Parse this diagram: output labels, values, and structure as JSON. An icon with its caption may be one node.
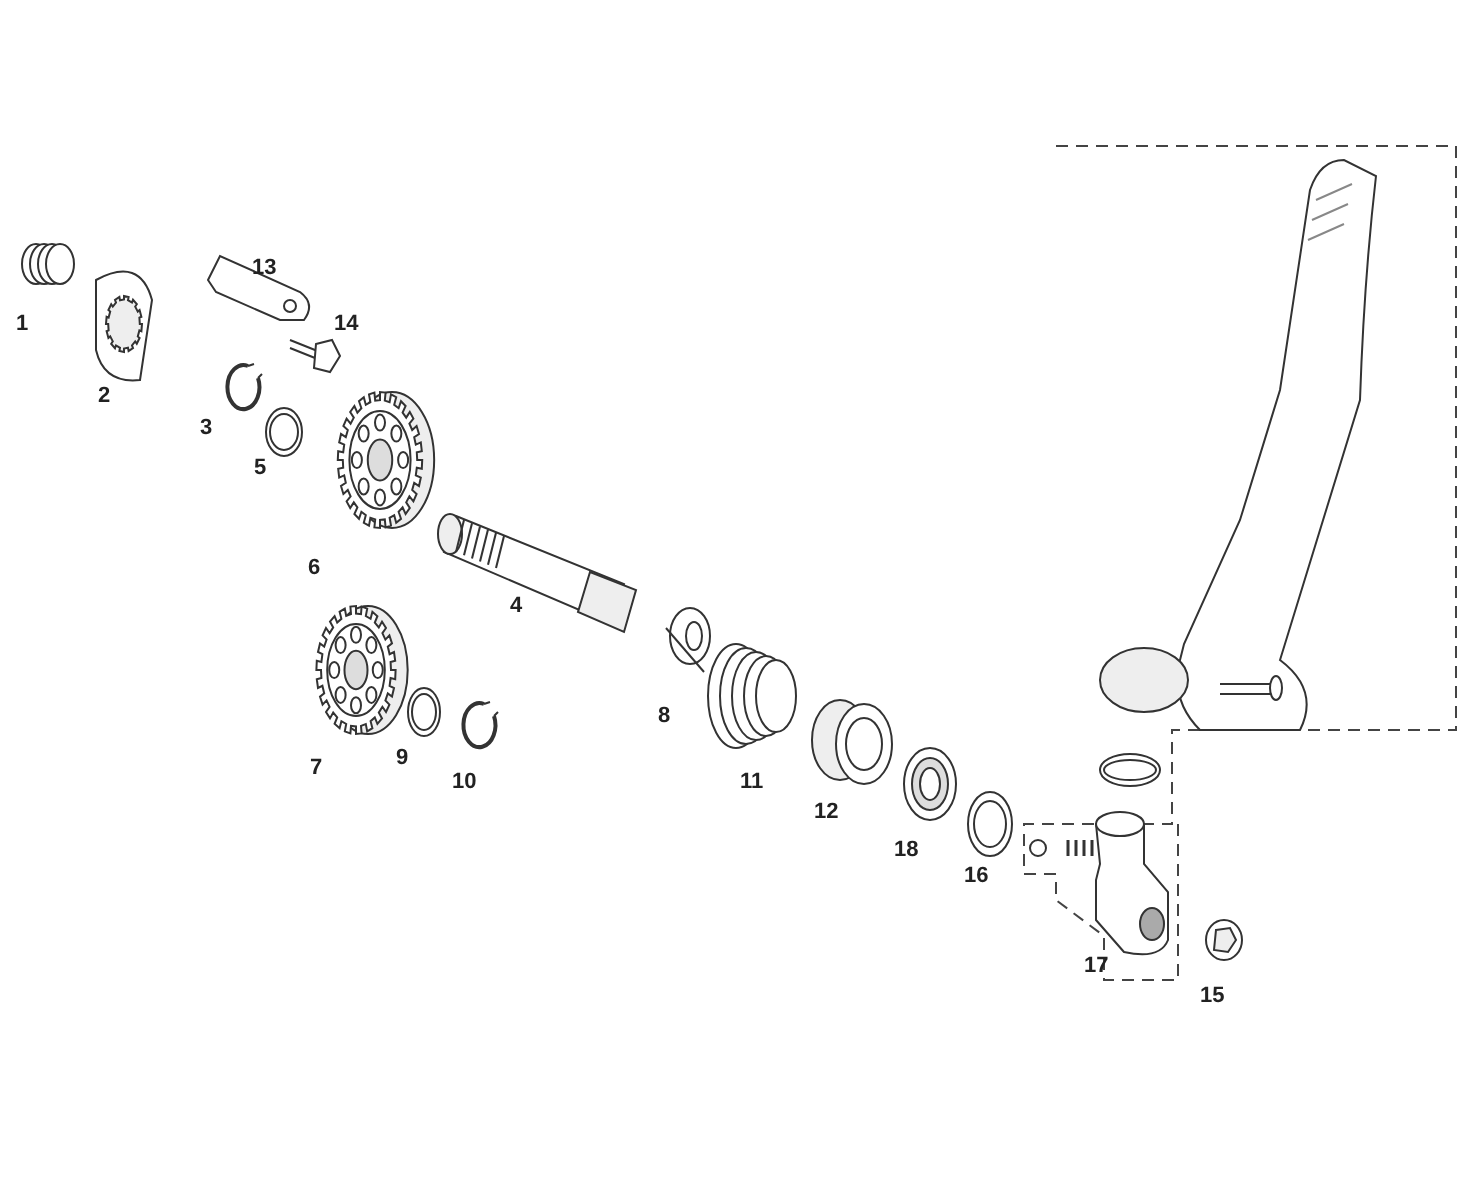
{
  "diagram": {
    "labels": [
      "13",
      "1",
      "14",
      "2",
      "3",
      "5",
      "6",
      "4",
      "8",
      "9",
      "7",
      "10",
      "11",
      "12",
      "18",
      "16",
      "17",
      "15"
    ]
  }
}
